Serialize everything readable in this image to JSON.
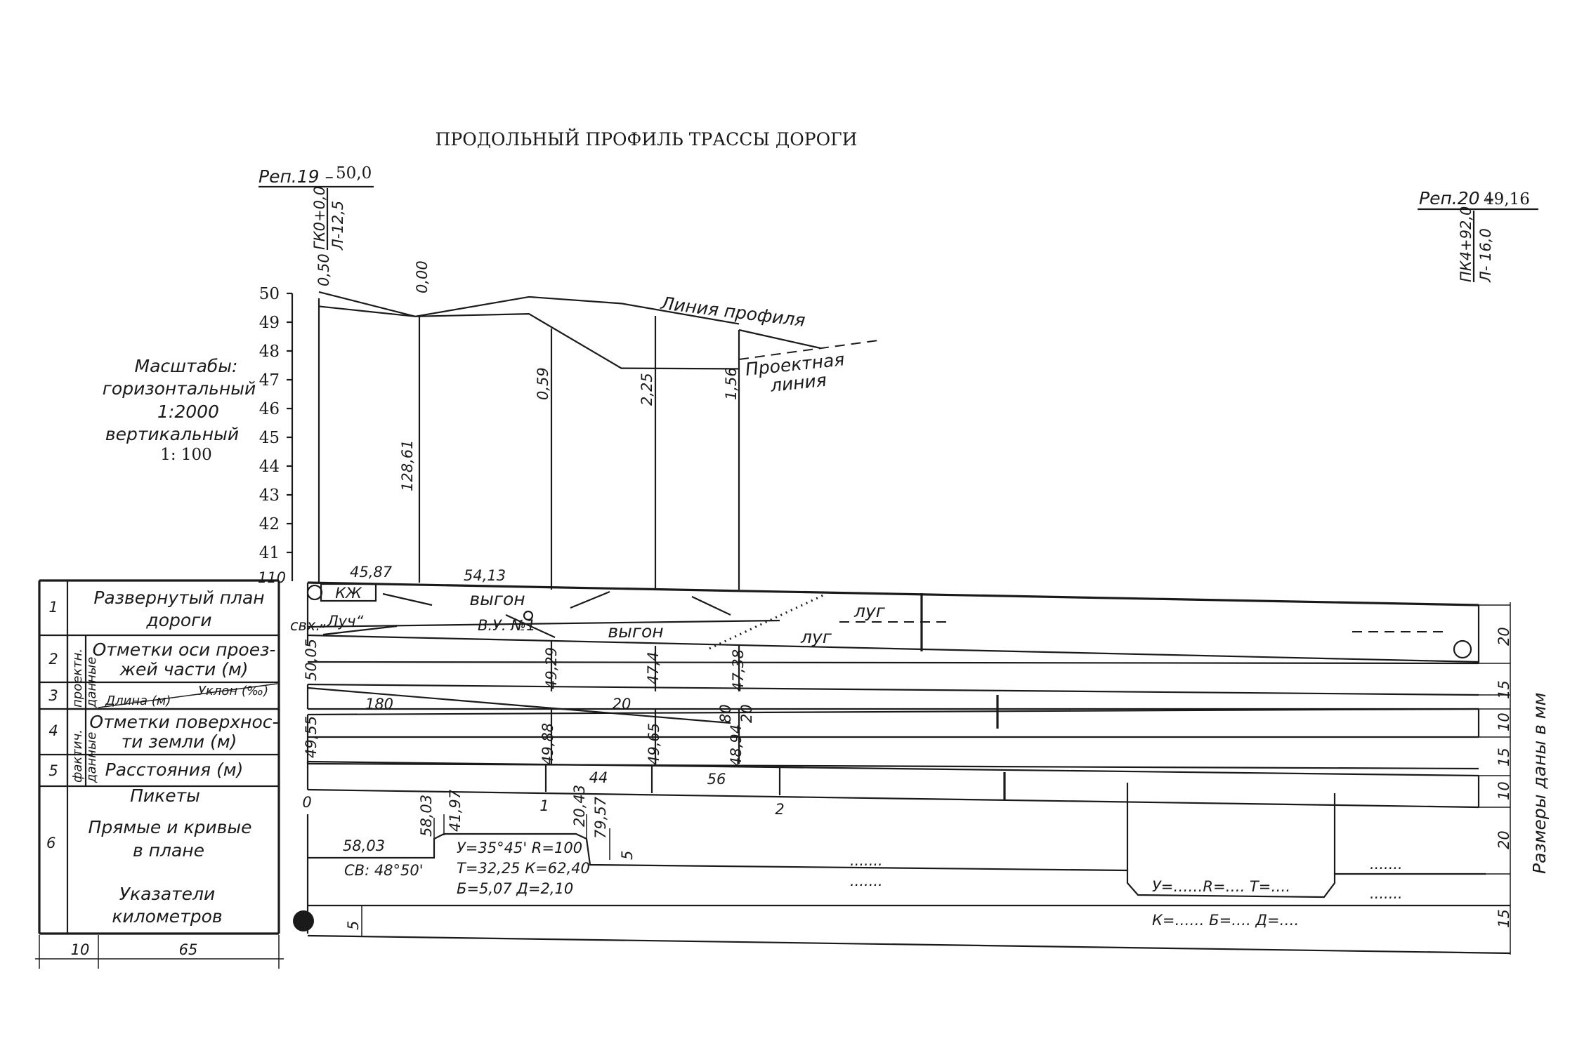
{
  "title": "ПРОДОЛЬНЫЙ ПРОФИЛЬ ТРАССЫ ДОРОГИ",
  "benchmarks": {
    "left": {
      "label": "Реп.19 –",
      "value": "50,0",
      "pk": "ГК0+0,0",
      "l": "Л-12,5"
    },
    "right": {
      "label": "Реп.20 –",
      "value": "49,16",
      "pk": "ПК4+92,0",
      "l": "Л- 16,0"
    }
  },
  "scales": {
    "heading": "Масштабы:",
    "horizontal_label": "горизонтальный",
    "horizontal_value": "1:2000",
    "vertical_label": "вертикальный",
    "vertical_value": "1: 100"
  },
  "chart_data": {
    "type": "line",
    "ylim": [
      40,
      50
    ],
    "y_ticks": [
      "50",
      "49",
      "48",
      "47",
      "46",
      "45",
      "44",
      "43",
      "42",
      "41"
    ],
    "datum": "110",
    "x": [
      0,
      45.87,
      100,
      144,
      200
    ],
    "series": [
      {
        "name": "Линия профиля",
        "values": [
          49.55,
          49.2,
          49.88,
          49.65,
          48.94
        ]
      },
      {
        "name": "Проектная линия",
        "values": [
          50.05,
          49.2,
          49.29,
          47.4,
          47.38
        ]
      }
    ],
    "series_labels": {
      "profile": "Линия профиля",
      "design_1": "Проектная",
      "design_2": "линия"
    },
    "working_marks": [
      "0,50",
      "0,00",
      "0,59",
      "2,25",
      "1,56"
    ],
    "vertical_note": "128,61",
    "top_distances": [
      "45,87",
      "54,13"
    ]
  },
  "table": {
    "rows": [
      {
        "num": "1",
        "label_1": "Развернутый план",
        "label_2": "дороги"
      },
      {
        "num": "2",
        "label_1": "Отметки оси проез-",
        "label_2": "жей части (м)"
      },
      {
        "num": "3",
        "label_1": "Длина (м)",
        "label_2": "Уклон (‰)"
      },
      {
        "num": "4",
        "label_1": "Отметки поверхнос-",
        "label_2": "ти земли (м)"
      },
      {
        "num": "5",
        "label_1": "Расстояния (м)"
      },
      {
        "num": "6",
        "label_pickets": "Пикеты",
        "label_1": "Прямые и кривые",
        "label_2": "в плане",
        "label_3": "Указатели",
        "label_4": "километров"
      }
    ],
    "group_project_1": "проектн.",
    "group_project_2": "данные",
    "group_actual_1": "фактич.",
    "group_actual_2": "данные",
    "col_widths": [
      "10",
      "65"
    ]
  },
  "plan": {
    "kzh": "КЖ",
    "vygon": "выгон",
    "lug": "луг",
    "svkh": "свх.",
    "luch": "„Луч“",
    "vu": "В.У. №1"
  },
  "design_marks": [
    "50,05",
    "49,29",
    "47,4",
    "47,38"
  ],
  "slope": {
    "len_1": "180",
    "slope_1": "20",
    "len_2": "80",
    "slope_2": "20"
  },
  "ground_marks": [
    "49,55",
    "49,88",
    "49,65",
    "48,94"
  ],
  "distances": [
    "44",
    "56"
  ],
  "pickets": [
    "0",
    "1",
    "2"
  ],
  "alignment": {
    "straight_len": "58,03",
    "bearing": "СВ: 48°50'",
    "v_1": "58,03",
    "v_2": "41,97",
    "v_3": "20,43",
    "v_4": "79,57",
    "curve_1": "У=35°45'  R=100",
    "curve_2": "Т=32,25  К=62,40",
    "curve_3": "Б=5,07   Д=2,10",
    "placeholder_1": "У=……R=…. Т=….",
    "placeholder_2": "К=…… Б=…. Д=….",
    "dots": ".......",
    "five": "5"
  },
  "right_dims": [
    "20",
    "15",
    "10",
    "15",
    "10",
    "20",
    "15"
  ],
  "right_dims_label": "Размеры даны в мм"
}
